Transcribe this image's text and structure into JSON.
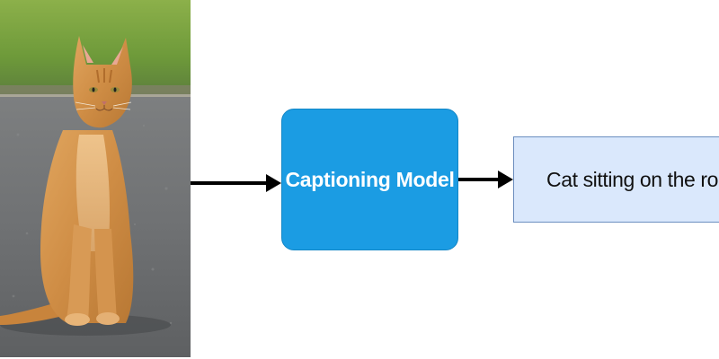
{
  "input": {
    "image_icon": "cat-photo"
  },
  "model": {
    "label": "Captioning Model",
    "fill_color": "#1b9ce3",
    "text_color": "#ffffff"
  },
  "output": {
    "label": "Cat sitting on the road",
    "fill_color": "#dae8fc",
    "border_color": "#6c8ebf"
  },
  "arrows": {
    "color": "#000000"
  }
}
